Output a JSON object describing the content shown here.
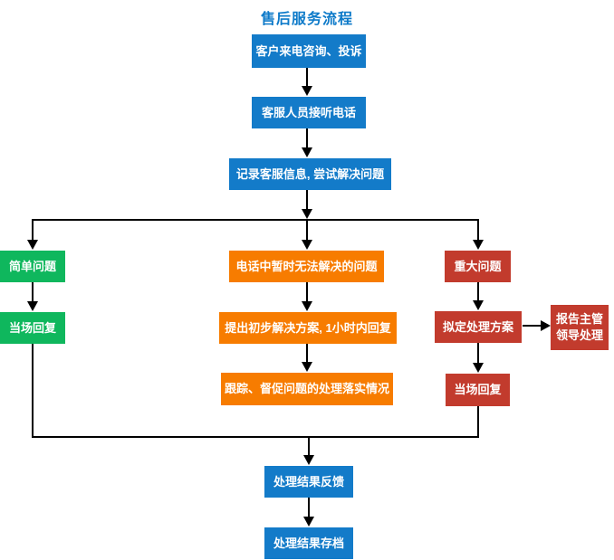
{
  "title": "售后服务流程",
  "colors": {
    "blue": "#137bc9",
    "green": "#0fb75d",
    "orange": "#f77c00",
    "red": "#c23b2d",
    "title_text": "#0d7ac9",
    "line": "#000000",
    "box_text": "#ffffff"
  },
  "nodes": {
    "customer_call": "客户来电咨询、投诉",
    "agent_answer": "客服人员接听电话",
    "record_info": "记录客服信息, 尝试解决问题",
    "simple_issue": "简单问题",
    "simple_reply": "当场回复",
    "unsolvable_on_phone": "电话中暂时无法解决的问题",
    "initial_solution": "提出初步解决方案, 1小时内回复",
    "track_progress": "跟踪、督促问题的处理落实情况",
    "major_issue": "重大问题",
    "make_plan": "拟定处理方案",
    "report_line1": "报告主管",
    "report_line2": "领导处理",
    "major_reply": "当场回复",
    "result_feedback": "处理结果反馈",
    "result_archive": "处理结果存档"
  }
}
